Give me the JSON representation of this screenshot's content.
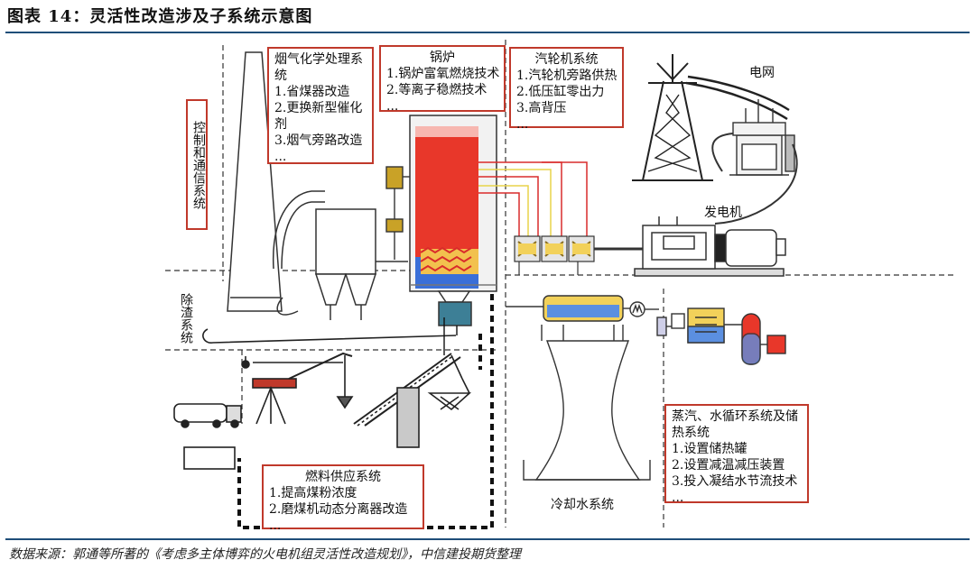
{
  "header": {
    "title": "图表 14：灵活性改造涉及子系统示意图"
  },
  "footer": {
    "source": "数据来源：郭通等所著的《考虑多主体博弈的火电机组灵活性改造规划》，中信建投期货整理"
  },
  "labels": {
    "control": "控制和通信系统",
    "slag": "除渣系统",
    "grid": "电网",
    "generator": "发电机",
    "cooling": "冷却水系统"
  },
  "boxes": {
    "flue_gas": {
      "title": "烟气化学处理系统",
      "items": [
        "1.省煤器改造",
        "2.更换新型催化剂",
        "3.烟气旁路改造",
        "..."
      ]
    },
    "boiler": {
      "title": "锅炉",
      "items": [
        "1.锅炉富氧燃烧技术",
        "2.等离子稳燃技术",
        "..."
      ]
    },
    "turbine": {
      "title": "汽轮机系统",
      "items": [
        "1.汽轮机旁路供热",
        "2.低压缸零出力",
        "3.高背压",
        "..."
      ]
    },
    "fuel": {
      "title": "燃料供应系统",
      "items": [
        "1.提高煤粉浓度",
        "2.磨煤机动态分离器改造",
        "..."
      ]
    },
    "steam_water": {
      "title": "蒸汽、水循环系统及储热系统",
      "items": [
        "1.设置储热罐",
        "2.设置减温减压装置",
        "3.投入凝结水节流技术",
        "..."
      ]
    }
  },
  "colors": {
    "box_border": "#c0392b",
    "rule": "#1f4e79",
    "furnace": "#e8372a",
    "pipe_red": "#d92b2b",
    "pipe_yellow": "#e8d44a"
  }
}
